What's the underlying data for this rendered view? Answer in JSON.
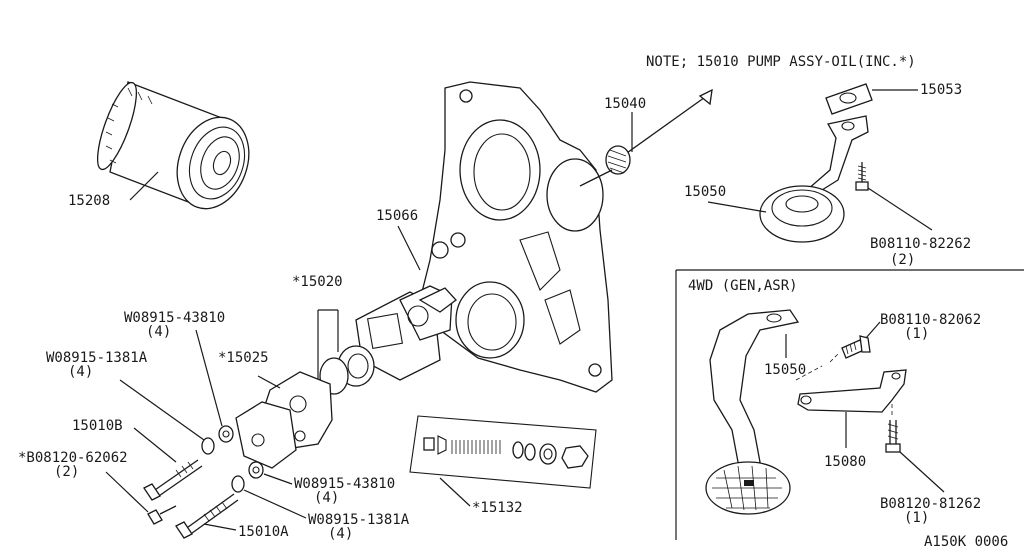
{
  "note": "NOTE; 15010 PUMP ASSY-OIL(INC.*)",
  "inset_title": "4WD (GEN,ASR)",
  "drawing_code": "A150K 0006",
  "callouts": {
    "p15208": "15208",
    "p15040": "15040",
    "p15053": "15053",
    "p15050_main": "15050",
    "p15066": "15066",
    "p15020": "*15020",
    "p15025": "*15025",
    "p15010b": "15010B",
    "p15010a": "15010A",
    "p15132": "*15132",
    "p15050_inset": "15050",
    "p15080": "15080"
  },
  "fasteners": {
    "b08110_82262": {
      "part": "B08110-82262",
      "qty": "(2)"
    },
    "w08915_43810_top": {
      "part": "W08915-43810",
      "qty": "(4)"
    },
    "w08915_1381a_top": {
      "part": "W08915-1381A",
      "qty": "(4)"
    },
    "b08120_62062": {
      "part": "*B08120-62062",
      "qty": "(2)"
    },
    "w08915_43810_bot": {
      "part": "W08915-43810",
      "qty": "(4)"
    },
    "w08915_1381a_bot": {
      "part": "W08915-1381A",
      "qty": "(4)"
    },
    "b08110_82062": {
      "part": "B08110-82062",
      "qty": "(1)"
    },
    "b08120_81262": {
      "part": "B08120-81262",
      "qty": "(1)"
    }
  }
}
